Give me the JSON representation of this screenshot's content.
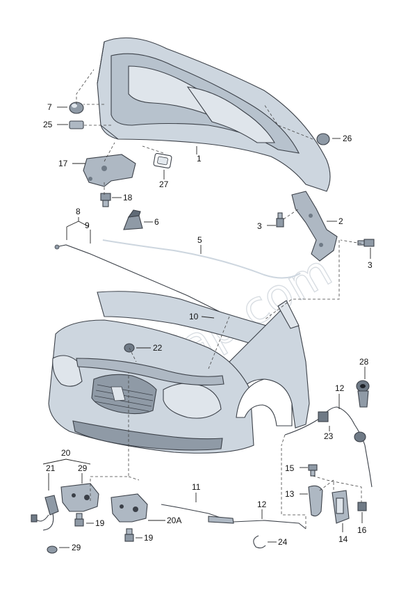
{
  "watermark": "7zap.com",
  "colors": {
    "part_fill": "#cdd6df",
    "part_dark": "#8f9aa6",
    "part_line": "#3b4048",
    "label": "#111111"
  },
  "labels": [
    {
      "id": "l1",
      "text": "1"
    },
    {
      "id": "l2",
      "text": "2"
    },
    {
      "id": "l3a",
      "text": "3"
    },
    {
      "id": "l3b",
      "text": "3"
    },
    {
      "id": "l5",
      "text": "5"
    },
    {
      "id": "l6",
      "text": "6"
    },
    {
      "id": "l7",
      "text": "7"
    },
    {
      "id": "l8",
      "text": "8"
    },
    {
      "id": "l9",
      "text": "9"
    },
    {
      "id": "l10",
      "text": "10"
    },
    {
      "id": "l11",
      "text": "11"
    },
    {
      "id": "l12a",
      "text": "12"
    },
    {
      "id": "l12b",
      "text": "12"
    },
    {
      "id": "l13",
      "text": "13"
    },
    {
      "id": "l14",
      "text": "14"
    },
    {
      "id": "l15",
      "text": "15"
    },
    {
      "id": "l16",
      "text": "16"
    },
    {
      "id": "l17",
      "text": "17"
    },
    {
      "id": "l18",
      "text": "18"
    },
    {
      "id": "l19a",
      "text": "19"
    },
    {
      "id": "l19b",
      "text": "19"
    },
    {
      "id": "l20",
      "text": "20"
    },
    {
      "id": "l20a",
      "text": "20A"
    },
    {
      "id": "l21",
      "text": "21"
    },
    {
      "id": "l22",
      "text": "22"
    },
    {
      "id": "l23",
      "text": "23"
    },
    {
      "id": "l24",
      "text": "24"
    },
    {
      "id": "l25",
      "text": "25"
    },
    {
      "id": "l26",
      "text": "26"
    },
    {
      "id": "l27",
      "text": "27"
    },
    {
      "id": "l28",
      "text": "28"
    },
    {
      "id": "l29a",
      "text": "29"
    },
    {
      "id": "l29b",
      "text": "29"
    }
  ]
}
